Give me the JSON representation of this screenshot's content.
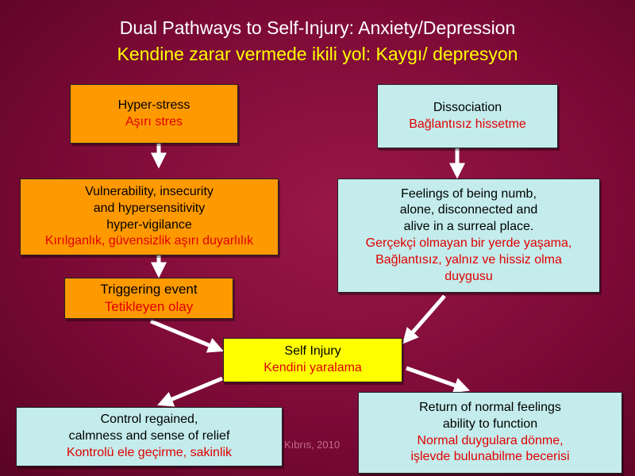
{
  "title_en": "Dual Pathways to Self-Injury: Anxiety/Depression",
  "title_tr": "Kendine zarar vermede ikili yol: Kaygı/ depresyon",
  "boxes": {
    "hyper_stress": {
      "en": [
        "Hyper-stress"
      ],
      "tr": [
        "Aşırı stres"
      ]
    },
    "dissociation": {
      "en": [
        "Dissociation"
      ],
      "tr": [
        "Bağlantısız hissetme"
      ]
    },
    "vulnerability": {
      "en": [
        "Vulnerability, insecurity",
        "and hypersensitivity",
        "hyper-vigilance"
      ],
      "tr": [
        "Kırılganlık, güvensizlik aşırı duyarlılık"
      ]
    },
    "numb": {
      "en": [
        "Feelings of being numb,",
        "alone, disconnected and",
        "alive in a surreal place."
      ],
      "tr": [
        "Gerçekçi olmayan bir yerde yaşama,",
        "Bağlantısız, yalnız ve hissiz olma",
        "duygusu"
      ]
    },
    "trigger": {
      "en": [
        "Triggering event"
      ],
      "tr": [
        "Tetikleyen olay"
      ]
    },
    "self_injury": {
      "en": [
        "Self Injury"
      ],
      "tr": [
        "Kendini yaralama"
      ]
    },
    "control": {
      "en": [
        "Control regained,",
        "calmness and sense of relief"
      ],
      "tr": [
        "Kontrolü ele geçirme, sakinlik"
      ]
    },
    "return": {
      "en": [
        "Return of normal feelings",
        "ability to function"
      ],
      "tr": [
        "Normal duygulara dönme,",
        "işlevde bulunabilme becerisi"
      ]
    }
  },
  "credit": "Kıbrıs, 2010"
}
